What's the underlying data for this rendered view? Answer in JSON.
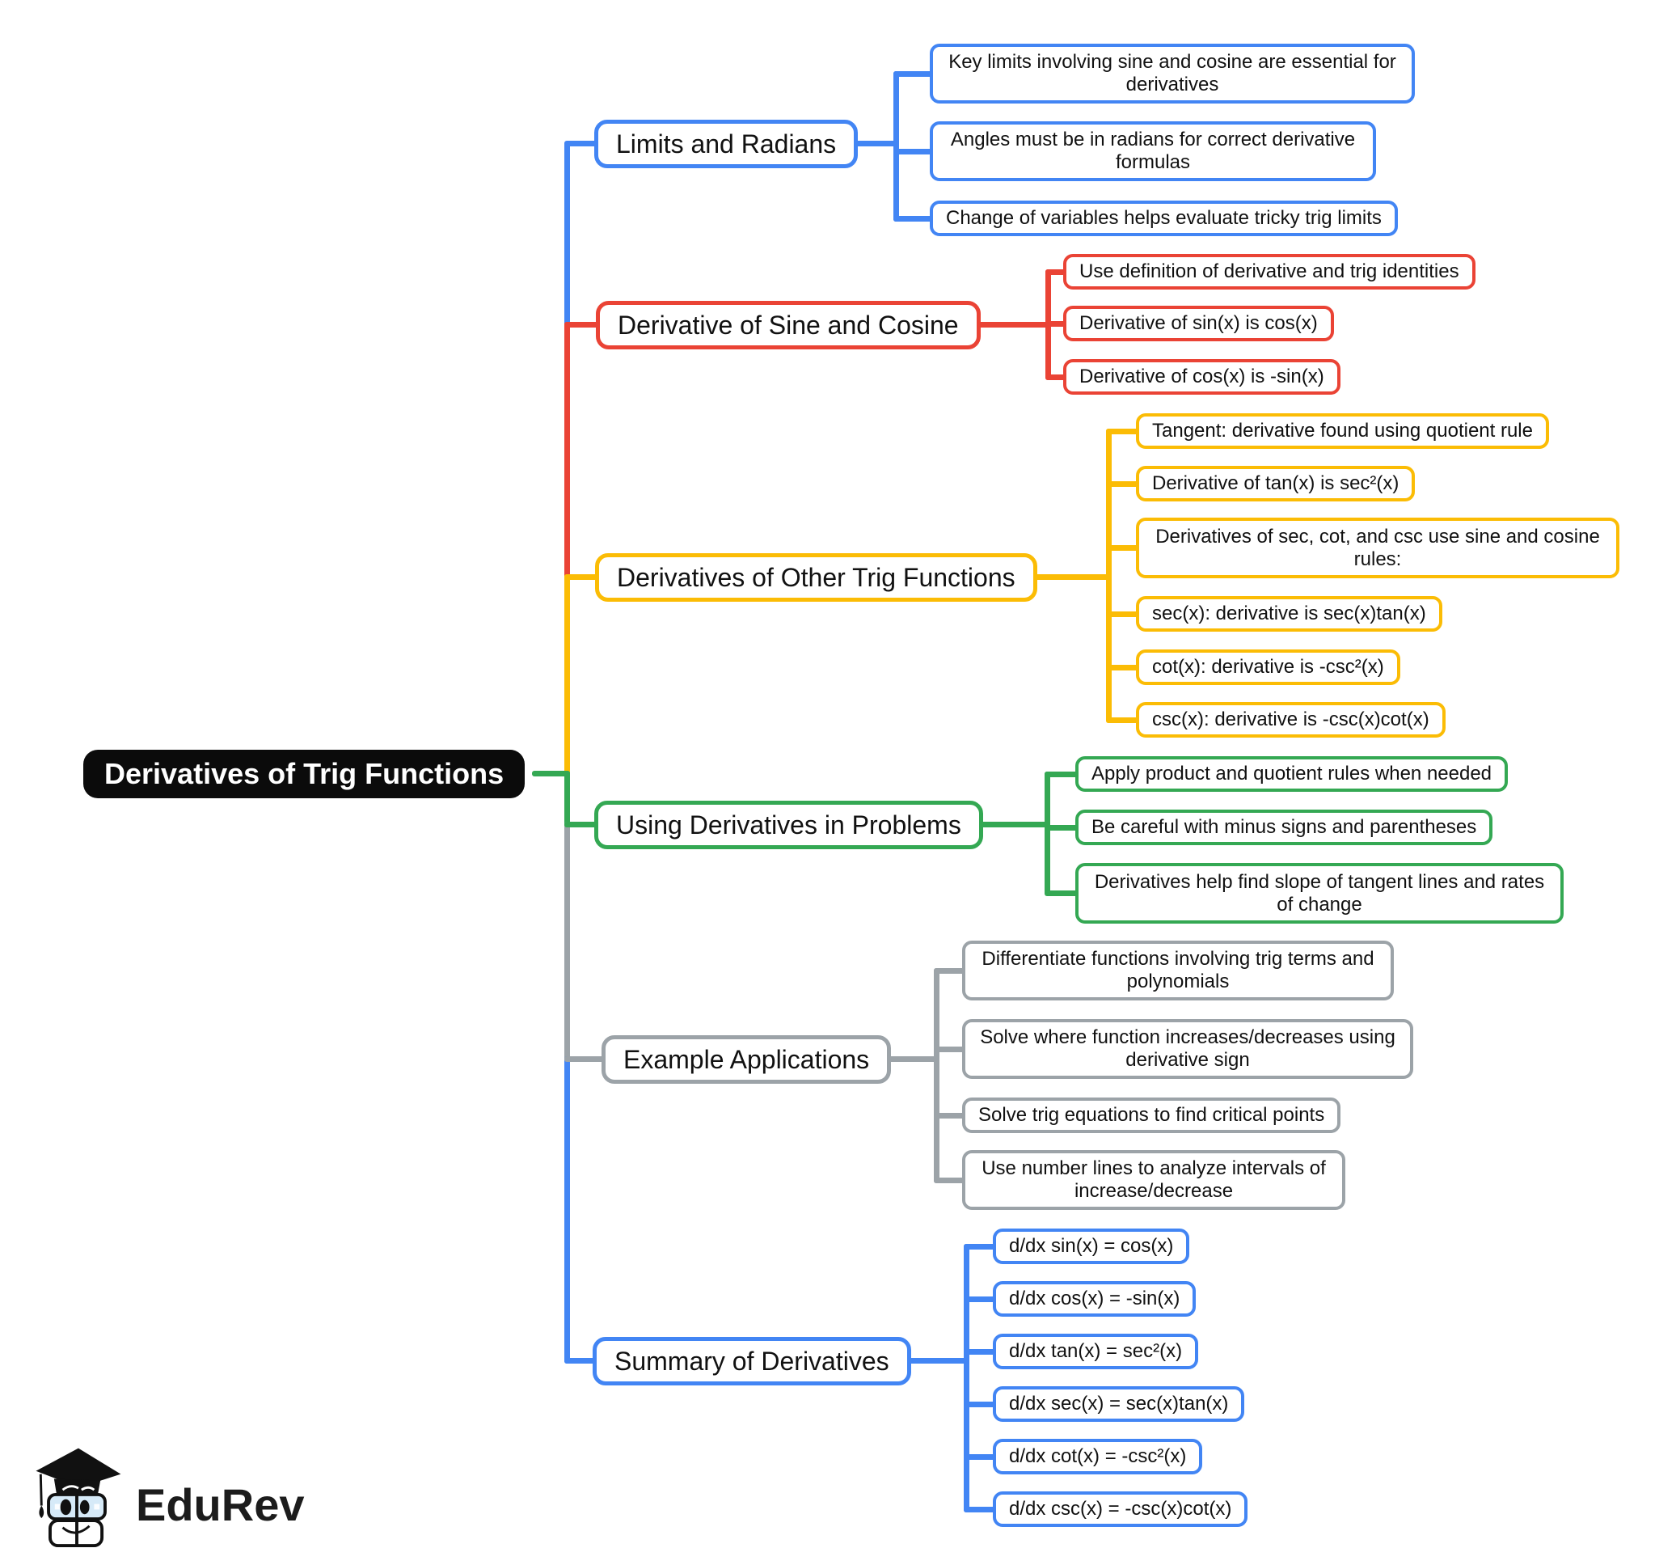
{
  "root": {
    "label": "Derivatives of Trig Functions",
    "bg": "#0b0b0b",
    "text_color": "#ffffff"
  },
  "branches": [
    {
      "label": "Limits and Radians",
      "color": "#4285F4",
      "children": [
        "Key limits involving sine and cosine are essential for derivatives",
        "Angles must be in radians for correct derivative formulas",
        "Change of variables helps evaluate tricky trig limits"
      ]
    },
    {
      "label": "Derivative of Sine and Cosine",
      "color": "#EA4335",
      "children": [
        "Use definition of derivative and trig identities",
        "Derivative of sin(x) is cos(x)",
        "Derivative of cos(x) is -sin(x)"
      ]
    },
    {
      "label": "Derivatives of Other Trig Functions",
      "color": "#FBBC05",
      "children": [
        "Tangent: derivative found using quotient rule",
        "Derivative of tan(x) is sec²(x)",
        "Derivatives of sec, cot, and csc use sine and cosine rules:",
        "sec(x): derivative is sec(x)tan(x)",
        "cot(x): derivative is -csc²(x)",
        "csc(x): derivative is -csc(x)cot(x)"
      ]
    },
    {
      "label": "Using Derivatives in Problems",
      "color": "#34A853",
      "children": [
        "Apply product and quotient rules when needed",
        "Be careful with minus signs and parentheses",
        "Derivatives help find slope of tangent lines and rates of change"
      ]
    },
    {
      "label": "Example Applications",
      "color": "#9CA3A8",
      "children": [
        "Differentiate functions involving trig terms and polynomials",
        "Solve where function increases/decreases using derivative sign",
        "Solve trig equations to find critical points",
        "Use number lines to analyze intervals of increase/decrease"
      ]
    },
    {
      "label": "Summary of Derivatives",
      "color": "#4285F4",
      "children": [
        "d/dx sin(x) = cos(x)",
        "d/dx cos(x) = -sin(x)",
        "d/dx tan(x) = sec²(x)",
        "d/dx sec(x) = sec(x)tan(x)",
        "d/dx cot(x) = -csc²(x)",
        "d/dx csc(x) = -csc(x)cot(x)"
      ]
    }
  ],
  "logo": {
    "text": "EduRev"
  }
}
